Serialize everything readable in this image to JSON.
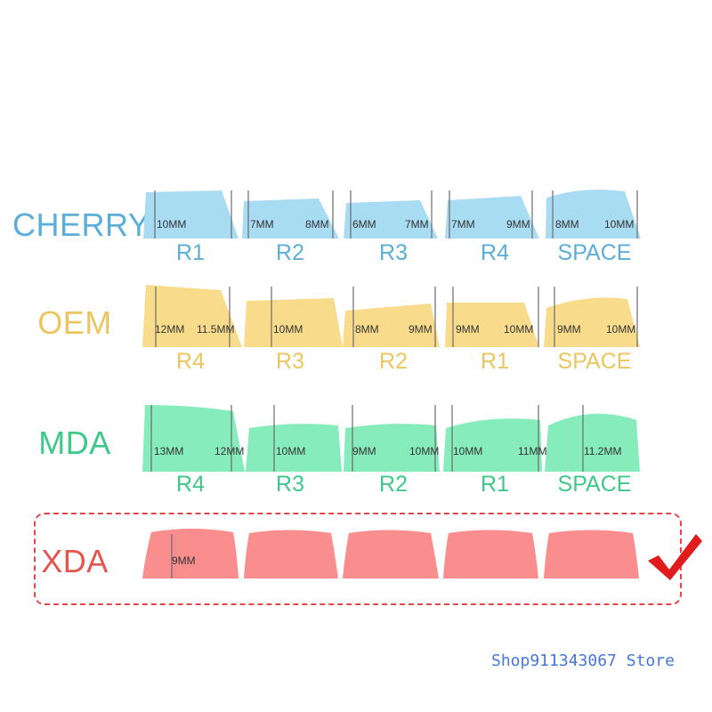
{
  "colors": {
    "cherry": "#a8dcf3",
    "cherry_text": "#5aaed8",
    "oem": "#f8dc8c",
    "oem_text": "#ecc55e",
    "mda": "#86ecbc",
    "mda_text": "#3ec88a",
    "xda": "#fa8e8e",
    "xda_text": "#e5554e",
    "highlight": "#e04848",
    "line": "#6a6a6a"
  },
  "profiles": [
    {
      "name": "CHERRY",
      "keys": [
        {
          "label": "R1",
          "left": "10MM",
          "right": ""
        },
        {
          "label": "R2",
          "left": "7MM",
          "right": "8MM"
        },
        {
          "label": "R3",
          "left": "6MM",
          "right": "7MM"
        },
        {
          "label": "R4",
          "left": "7MM",
          "right": "9MM"
        },
        {
          "label": "SPACE",
          "left": "8MM",
          "right": "10MM"
        }
      ]
    },
    {
      "name": "OEM",
      "keys": [
        {
          "label": "R4",
          "left": "12MM",
          "right": "11.5MM"
        },
        {
          "label": "R3",
          "left": "10MM",
          "right": ""
        },
        {
          "label": "R2",
          "left": "8MM",
          "right": "9MM"
        },
        {
          "label": "R1",
          "left": "9MM",
          "right": "10MM"
        },
        {
          "label": "SPACE",
          "left": "9MM",
          "right": "10MM"
        }
      ]
    },
    {
      "name": "MDA",
      "keys": [
        {
          "label": "R4",
          "left": "13MM",
          "right": "12MM"
        },
        {
          "label": "R3",
          "left": "10MM",
          "right": ""
        },
        {
          "label": "R2",
          "left": "9MM",
          "right": "10MM"
        },
        {
          "label": "R1",
          "left": "10MM",
          "right": "11MM"
        },
        {
          "label": "SPACE",
          "left": "",
          "right": "11.2MM"
        }
      ]
    },
    {
      "name": "XDA",
      "keys": [
        {
          "label": "",
          "left": "9MM",
          "right": ""
        },
        {
          "label": "",
          "left": "",
          "right": ""
        },
        {
          "label": "",
          "left": "",
          "right": ""
        },
        {
          "label": "",
          "left": "",
          "right": ""
        },
        {
          "label": "",
          "left": "",
          "right": ""
        }
      ]
    }
  ],
  "highlight_icon": "checkmark-icon",
  "watermark": "Shop911343067 Store"
}
